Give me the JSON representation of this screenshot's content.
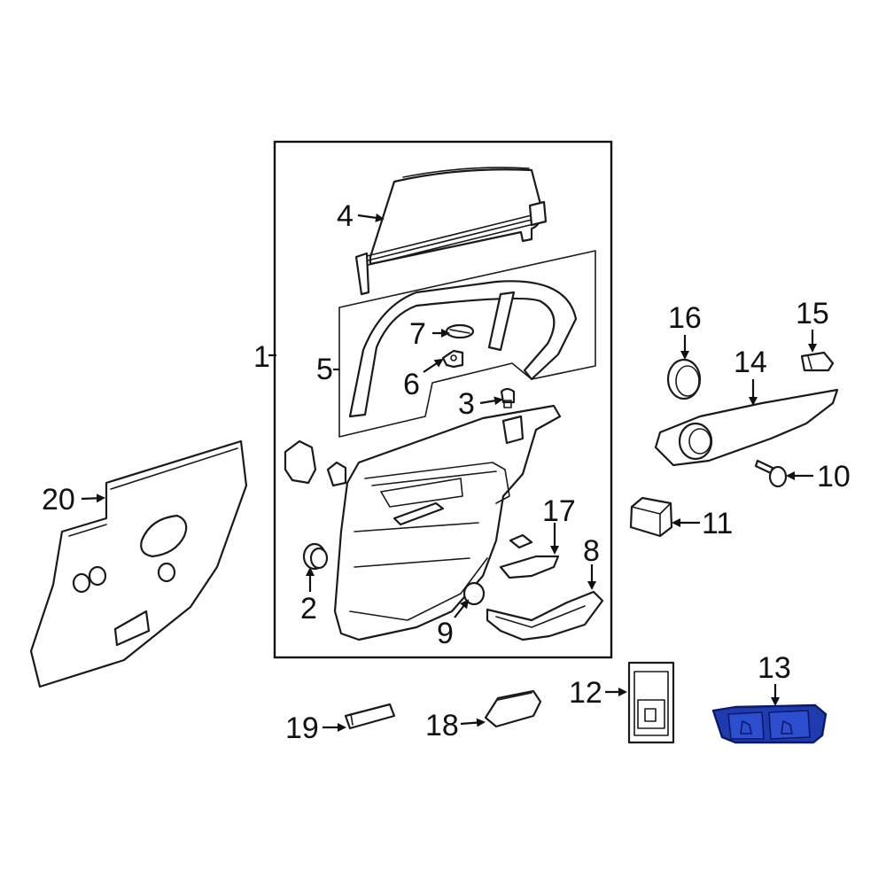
{
  "callouts": {
    "c1": "1",
    "c2": "2",
    "c3": "3",
    "c4": "4",
    "c5": "5",
    "c6": "6",
    "c7": "7",
    "c8": "8",
    "c9": "9",
    "c10": "10",
    "c11": "11",
    "c12": "12",
    "c13": "13",
    "c14": "14",
    "c15": "15",
    "c16": "16",
    "c17": "17",
    "c18": "18",
    "c19": "19",
    "c20": "20"
  },
  "colors": {
    "line": "#1a1a1a",
    "highlight_fill": "#1f3bb0",
    "highlight_dark": "#0c1a66"
  },
  "highlighted_part": "13"
}
